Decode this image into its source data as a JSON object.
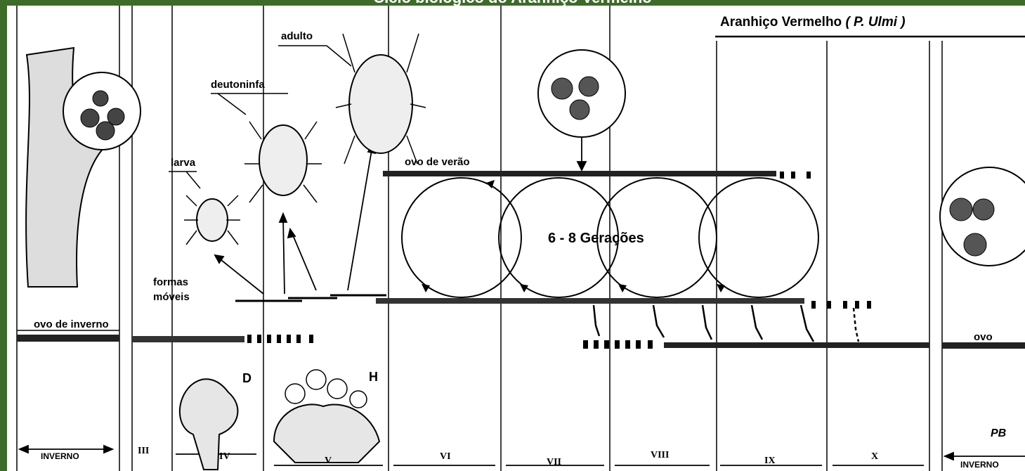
{
  "diagram": {
    "title": "Ciclo biológico do Aranhiço Vermelho",
    "species": {
      "name": "Aranhiço Vermelho",
      "scientific": "( P. Ulmi )"
    },
    "stages": {
      "adult": "adulto",
      "deutonymph": "deutoninfa",
      "larva": "larva",
      "mobile_forms_line1": "formas",
      "mobile_forms_line2": "móveis",
      "summer_egg": "ovo de verão",
      "winter_egg": "ovo de inverno",
      "egg": "ovo"
    },
    "generations": "6 - 8  Gerações",
    "phenology": {
      "stage_d": "D",
      "stage_h": "H"
    },
    "months": [
      "III",
      "IV",
      "V",
      "VI",
      "VII",
      "VIII",
      "IX",
      "X"
    ],
    "seasons": {
      "winter_start": "INVERNO",
      "winter_end": "INVERNO"
    },
    "signature": "PB",
    "colors": {
      "frame": "#3e6b2a",
      "paper": "#ffffff",
      "ink": "#000000"
    }
  }
}
